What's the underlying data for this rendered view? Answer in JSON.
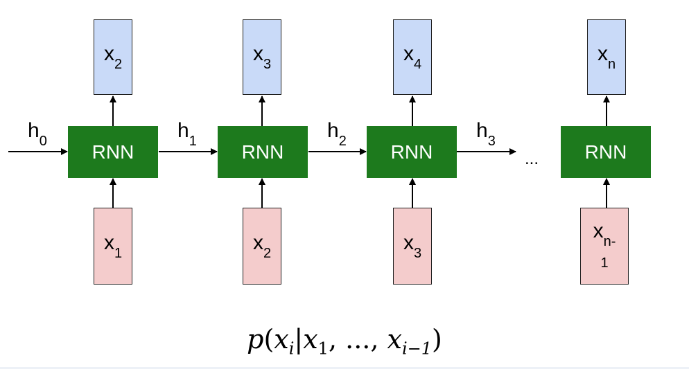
{
  "outputs": [
    {
      "base": "x",
      "sub": "2"
    },
    {
      "base": "x",
      "sub": "3"
    },
    {
      "base": "x",
      "sub": "4"
    },
    {
      "base": "x",
      "sub": "n"
    }
  ],
  "rnn_label": "RNN",
  "inputs": [
    {
      "base": "x",
      "sub": "1"
    },
    {
      "base": "x",
      "sub": "2"
    },
    {
      "base": "x",
      "sub": "3"
    },
    {
      "base": "x",
      "sub": "n-",
      "line2": "1"
    }
  ],
  "hidden_states": [
    {
      "base": "h",
      "sub": "0"
    },
    {
      "base": "h",
      "sub": "1"
    },
    {
      "base": "h",
      "sub": "2"
    },
    {
      "base": "h",
      "sub": "3"
    }
  ],
  "ellipsis": "...",
  "formula": {
    "p": "p",
    "open": "(",
    "x": "x",
    "i": "i",
    "bar": "|",
    "x1": "x",
    "one": "1",
    "comma1": ", ..., ",
    "xim1": "x",
    "im1": "i−1",
    "close": ")"
  },
  "colors": {
    "rnn": "#1d7a1d",
    "output_box": "#c9daf8",
    "input_box": "#f4cccc"
  }
}
